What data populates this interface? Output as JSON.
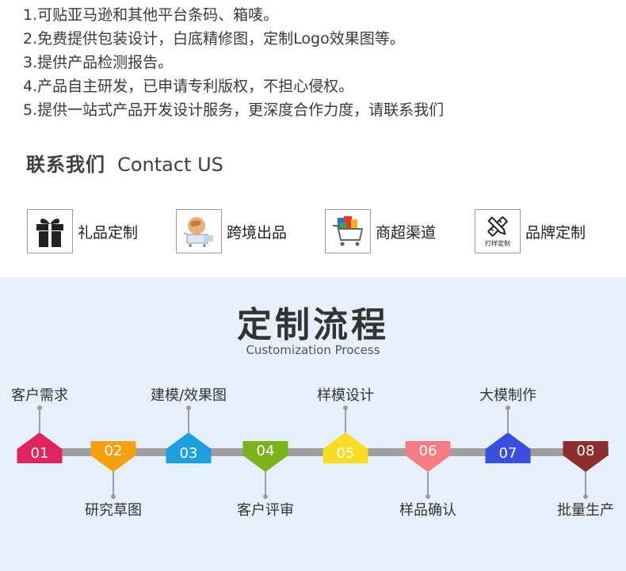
{
  "notes": [
    "1.可贴亚马逊和其他平台条码、箱唛。",
    "2.免费提供包装设计，白底精修图，定制Logo效果图等。",
    "3.提供产品检测报告。",
    "4.产品自主研发，已申请专利版权，不担心侵权。",
    "5.提供一站式产品开发设计服务，更深度合作力度，请联系我们"
  ],
  "contact": {
    "title_zh": "联系我们",
    "title_en": "Contact US"
  },
  "services": [
    {
      "label": "礼品定制",
      "icon": "gift-icon"
    },
    {
      "label": "跨境出品",
      "icon": "globe-cart-icon"
    },
    {
      "label": "商超渠道",
      "icon": "shopping-cart-icon"
    },
    {
      "label": "品牌定制",
      "icon": "pencil-ruler-icon",
      "icon_caption": "打样定制"
    }
  ],
  "process": {
    "title": "定制流程",
    "subtitle": "Customization Process",
    "steps": [
      {
        "num": "01",
        "label": "客户需求",
        "color": "#e0245e",
        "label_pos": "top"
      },
      {
        "num": "02",
        "label": "研究草图",
        "color": "#f5a00e",
        "label_pos": "bottom"
      },
      {
        "num": "03",
        "label": "建模/效果图",
        "color": "#1e9fe0",
        "label_pos": "top"
      },
      {
        "num": "04",
        "label": "客户评审",
        "color": "#7ab21b",
        "label_pos": "bottom"
      },
      {
        "num": "05",
        "label": "样模设计",
        "color": "#f6dc22",
        "label_pos": "top"
      },
      {
        "num": "06",
        "label": "样品确认",
        "color": "#f67c84",
        "label_pos": "bottom"
      },
      {
        "num": "07",
        "label": "大模制作",
        "color": "#3a4ee0",
        "label_pos": "top"
      },
      {
        "num": "08",
        "label": "批量生产",
        "color": "#8e2d2d",
        "label_pos": "bottom"
      }
    ]
  },
  "colors": {
    "process_bg": "#e7effb",
    "timeline_line": "#9e9e9e"
  }
}
